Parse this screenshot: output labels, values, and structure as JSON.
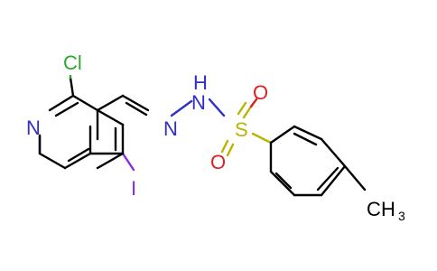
{
  "molecule": {
    "atoms": {
      "cl": "Cl",
      "n_ring": "N",
      "iodine": "I",
      "n_imine": "N",
      "nh_n": "N",
      "nh_h": "H",
      "sulfur": "S",
      "o_top": "O",
      "o_bottom": "O",
      "methyl_c": "C",
      "methyl_h": "H",
      "methyl_sub": "3"
    },
    "colors": {
      "carbon_bond": "#000000",
      "nitrogen": "#2f2fc8",
      "chlorine": "#2ea82e",
      "oxygen": "#e02020",
      "sulfur": "#b8b400",
      "iodine": "#8a2be2"
    }
  }
}
